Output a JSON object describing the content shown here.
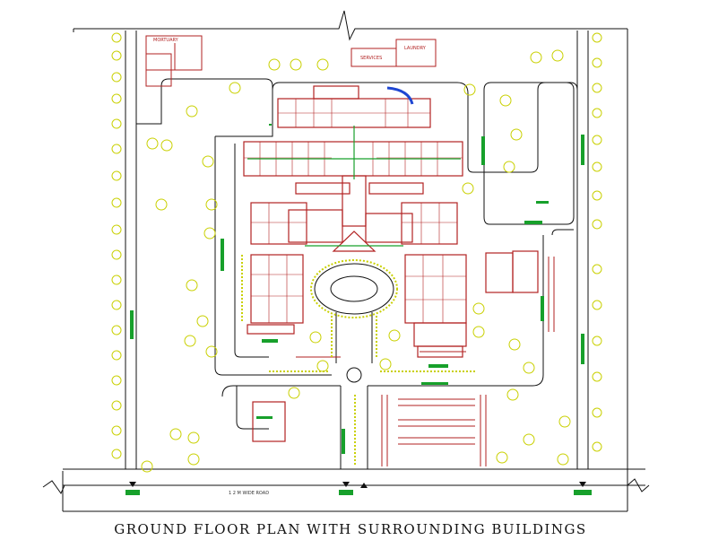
{
  "title": "GROUND FLOOR PLAN WITH SURROUNDING BUILDINGS",
  "labels": {
    "mortuary": "MORTUARY",
    "laundry": "LAUNDRY",
    "services": "SERVICES",
    "road": "1 2 M WIDE ROAD"
  },
  "colors": {
    "line": "#111111",
    "wall": "#b22222",
    "tree": "#c9d000",
    "green": "#17a02b",
    "blue": "#1e46d2"
  }
}
